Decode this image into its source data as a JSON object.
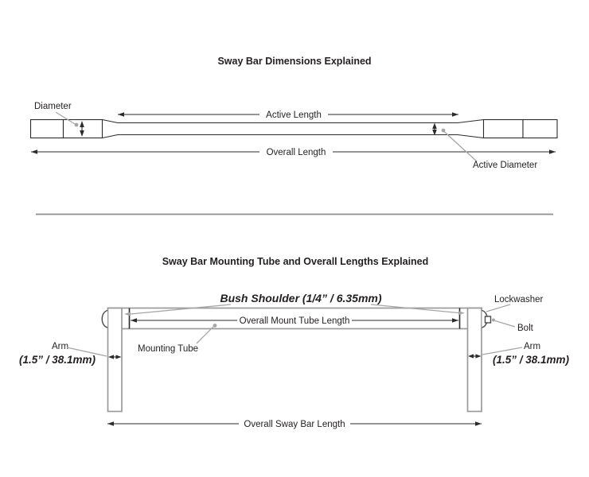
{
  "page": {
    "background": "#ffffff"
  },
  "colors": {
    "ink": "#231f20",
    "structure_gray": "#9a9a9a",
    "leader_gray": "#a6a6a6",
    "divider_gray": "#8e8e8e",
    "dark_line": "#2b2b2b"
  },
  "top_diagram": {
    "title": "Sway Bar Dimensions Explained",
    "labels": {
      "diameter": "Diameter",
      "active_length": "Active Length",
      "overall_length": "Overall Length",
      "active_diameter": "Active Diameter"
    }
  },
  "bottom_diagram": {
    "title": "Sway Bar Mounting Tube and Overall Lengths Explained",
    "labels": {
      "bush_shoulder": "Bush Shoulder (1/4” / 6.35mm)",
      "lockwasher": "Lockwasher",
      "bolt": "Bolt",
      "overall_mount_tube_length": "Overall Mount Tube Length",
      "mounting_tube": "Mounting Tube",
      "arm_left": "Arm",
      "arm_left_size": "(1.5” / 38.1mm)",
      "arm_right": "Arm",
      "arm_right_size": "(1.5” / 38.1mm)",
      "overall_sway_bar_length": "Overall Sway Bar Length"
    }
  }
}
